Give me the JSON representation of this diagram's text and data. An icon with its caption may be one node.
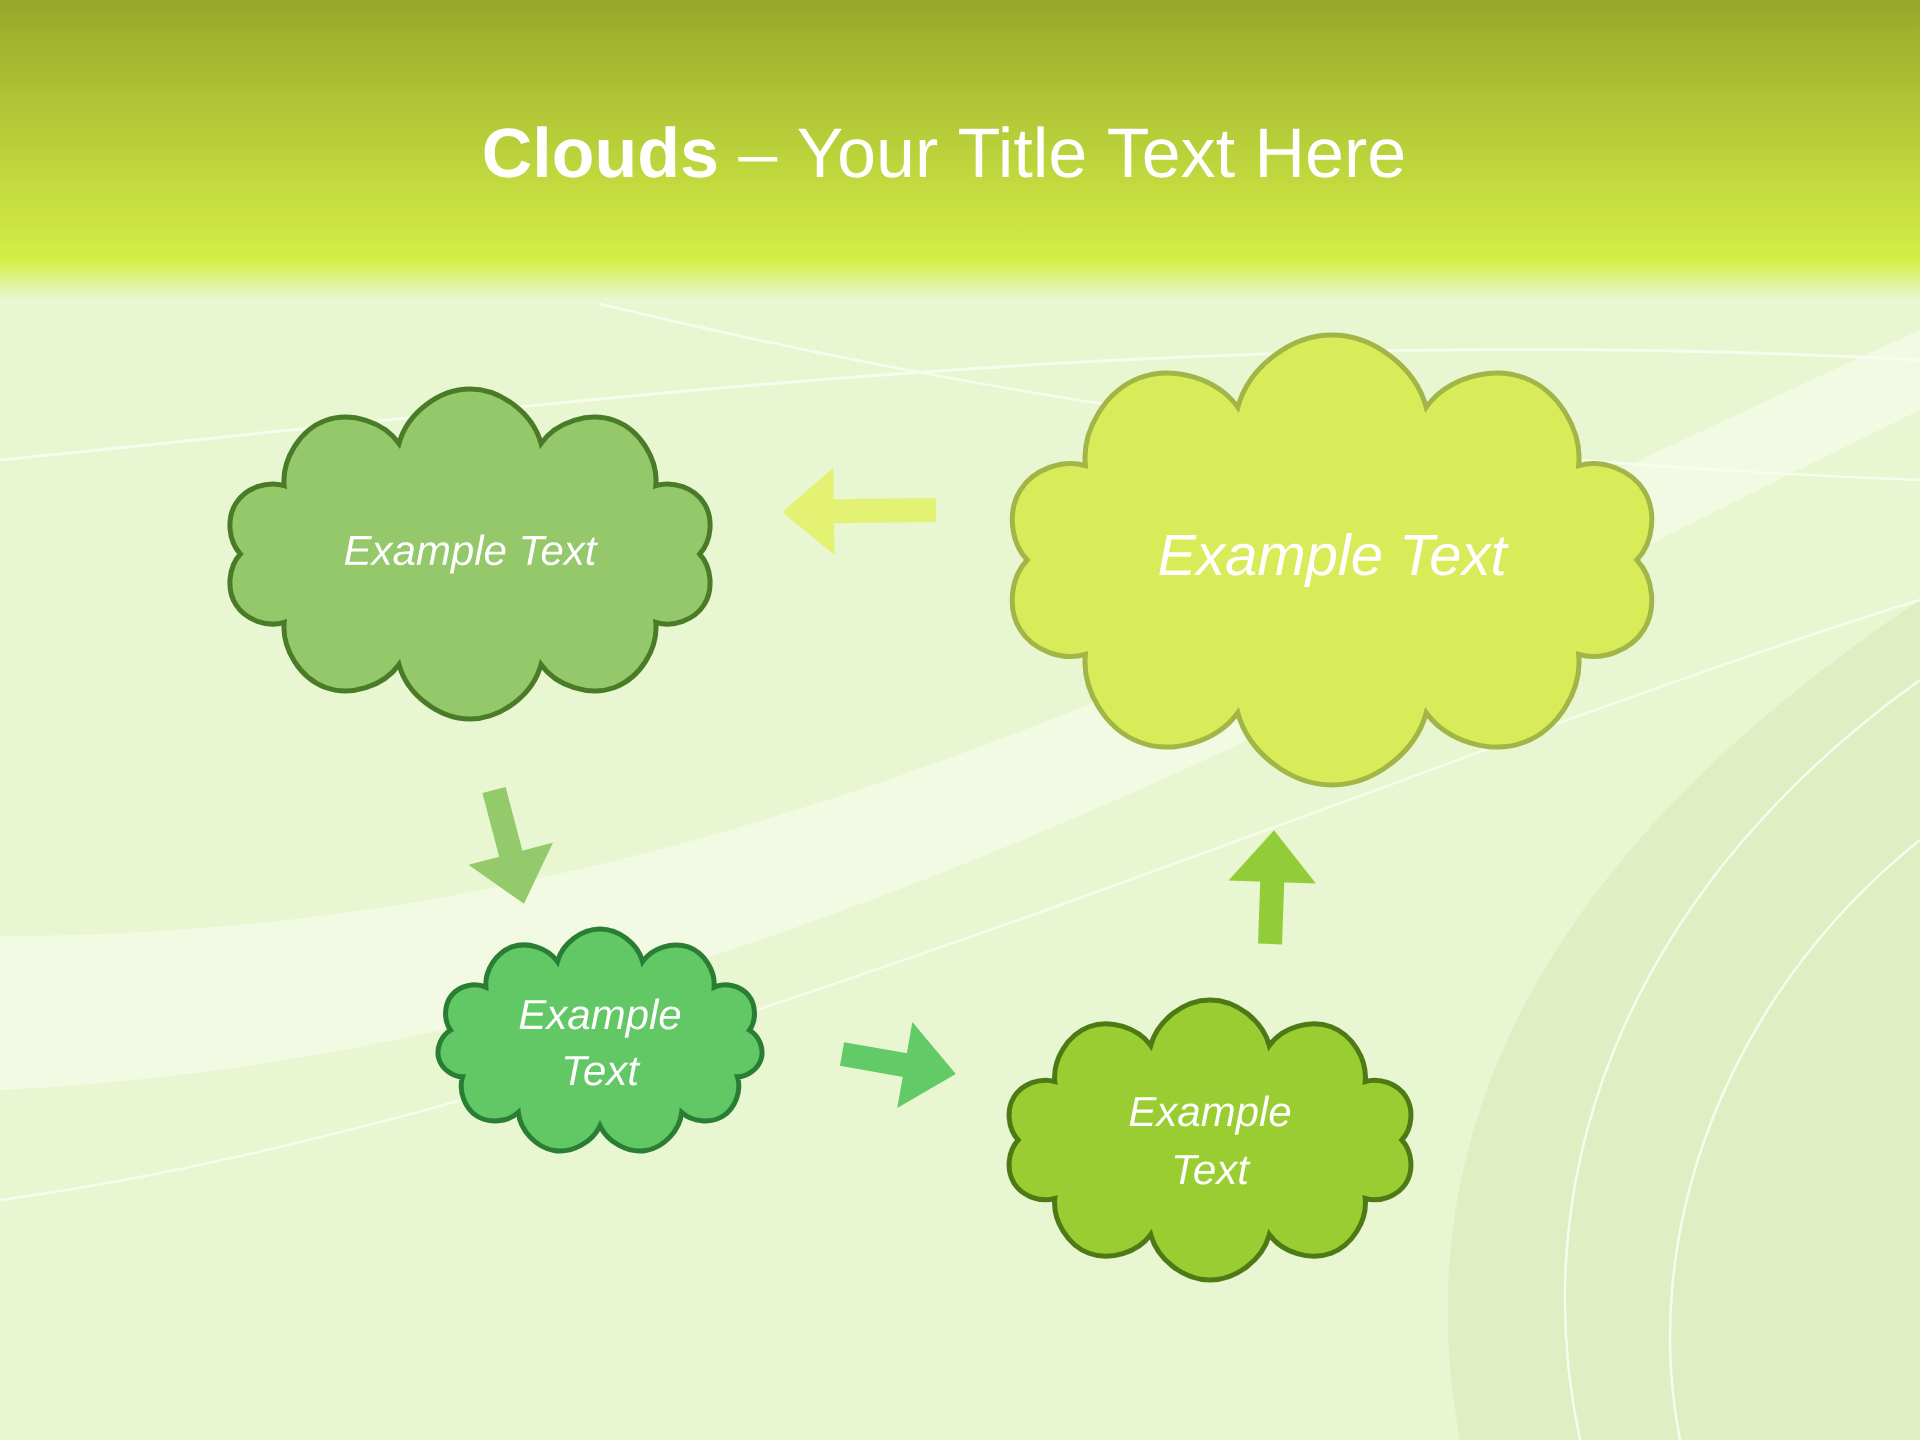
{
  "diagram": {
    "title": "**Clouds** – Your Title Text Here",
    "nodes": [
      {
        "text": [
          "Example Text"
        ]
      },
      {
        "text": [
          "Example Text"
        ]
      },
      {
        "text": [
          "Example Text"
        ]
      },
      {
        "text": [
          "Example Text"
        ]
      }
    ],
    "edges": [
      {
        "from": 1,
        "to": 0,
        "arrow": "to",
        "color": "#e4f274"
      },
      {
        "from": 0,
        "to": 2,
        "arrow": "to",
        "color": "#94ca6c"
      },
      {
        "from": 2,
        "to": 3,
        "arrow": "to",
        "color": "#62ca66"
      },
      {
        "from": 3,
        "to": 1,
        "arrow": "to",
        "color": "#92cc38"
      }
    ]
  }
}
